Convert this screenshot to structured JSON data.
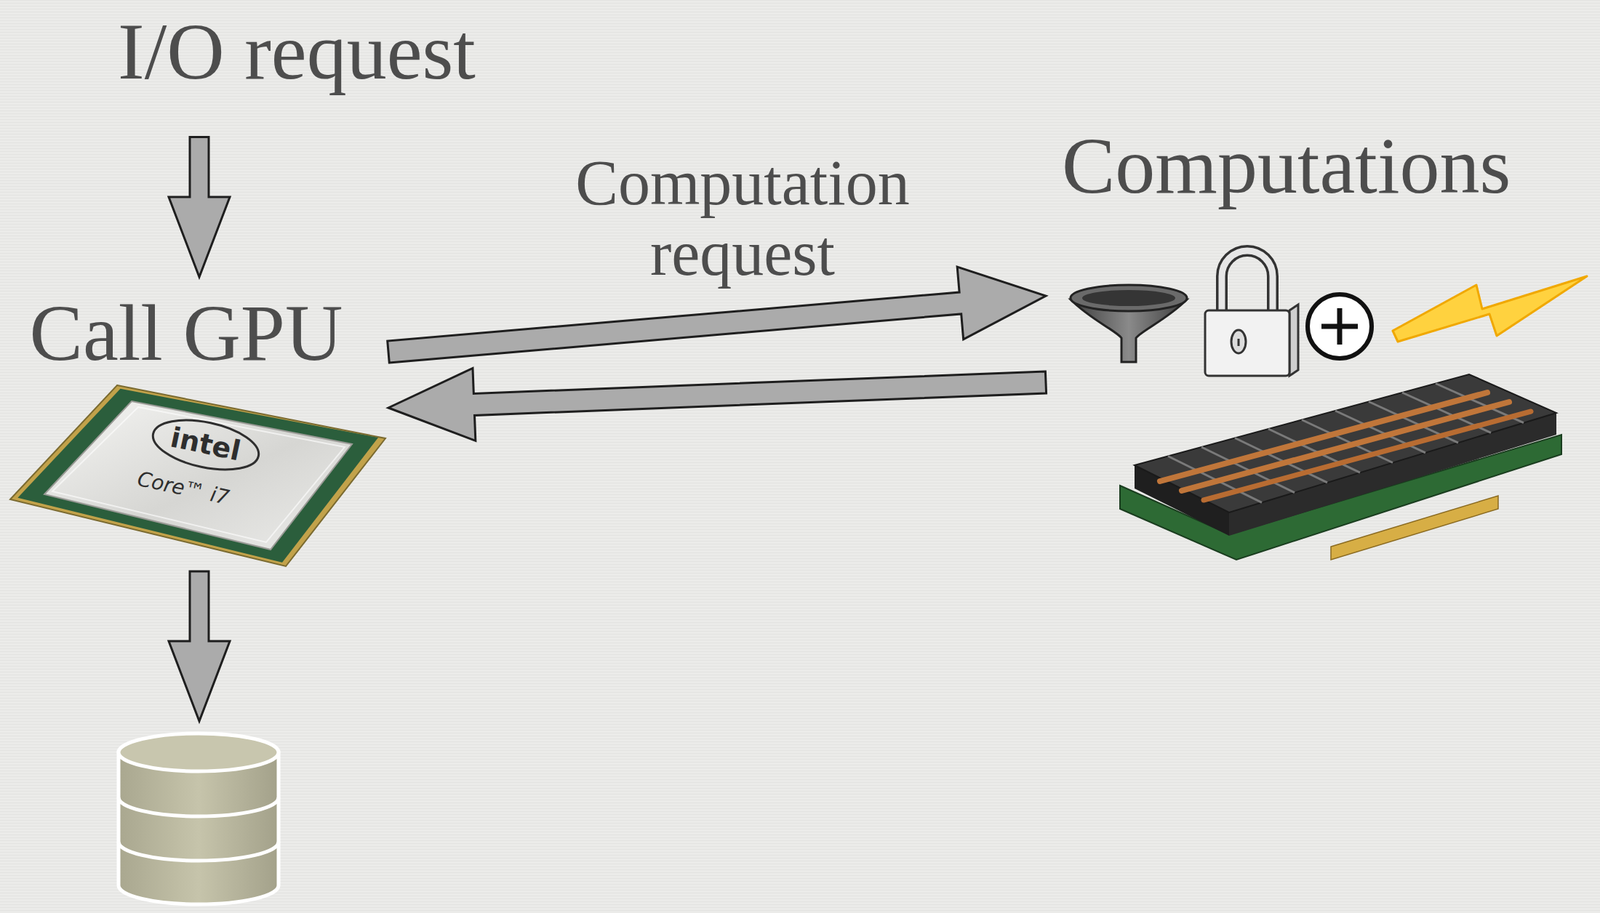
{
  "diagram": {
    "nodes": [
      {
        "text": [
          "I/O request"
        ]
      },
      {
        "text": [
          "Call GPU"
        ]
      },
      {
        "text": [
          "Computations"
        ]
      }
    ],
    "edges": [
      {
        "from": 0,
        "to": 1,
        "arrow": "to"
      },
      {
        "from": 1,
        "to": 2,
        "label": "Computation request",
        "arrow": "to"
      },
      {
        "from": 2,
        "to": 1,
        "arrow": "to"
      }
    ],
    "labels": [
      "intel",
      "Core™ i7"
    ]
  }
}
